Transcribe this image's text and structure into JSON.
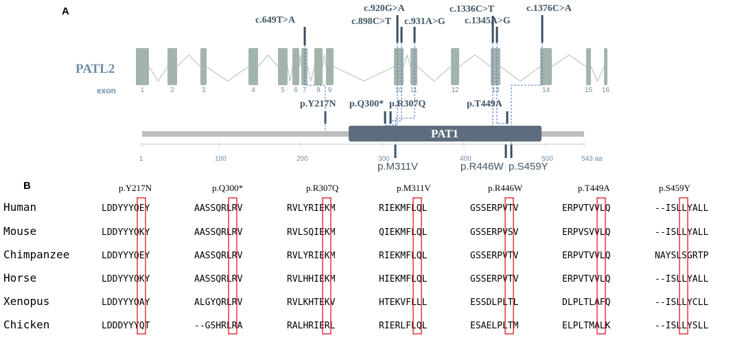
{
  "panels": {
    "a": "A",
    "b": "B"
  },
  "gene": {
    "name": "PATL2",
    "exon_word": "exon",
    "exons": [
      {
        "label": "1"
      },
      {
        "label": "2"
      },
      {
        "label": "3"
      },
      {
        "label": "4"
      },
      {
        "label": "5"
      },
      {
        "label": "6"
      },
      {
        "label": "7"
      },
      {
        "label": "8"
      },
      {
        "label": "9"
      },
      {
        "label": "10"
      },
      {
        "label": "11"
      },
      {
        "label": "12"
      },
      {
        "label": "13"
      },
      {
        "label": "14"
      },
      {
        "label": "15"
      },
      {
        "label": "16"
      }
    ]
  },
  "cdna_variants": [
    {
      "label": "c.649T>A"
    },
    {
      "label": "c.920G>A"
    },
    {
      "label": "c.898C>T"
    },
    {
      "label": "c.931A>G"
    },
    {
      "label": "c.1336C>T"
    },
    {
      "label": "c.1345A>G"
    },
    {
      "label": "c.1376C>A"
    }
  ],
  "protein": {
    "domain": "PAT1",
    "length_unit": "543 aa",
    "axis_ticks": [
      "1",
      "100",
      "200",
      "300",
      "400",
      "500"
    ],
    "top_variants": [
      {
        "label": "p.Y217N"
      },
      {
        "label": "p.Q300*"
      },
      {
        "label": "p.R307Q"
      },
      {
        "label": "p.T449A"
      }
    ],
    "bottom_variants": [
      {
        "label": "p.M311V"
      },
      {
        "label": "p.R446W"
      },
      {
        "label": "p.S459Y"
      }
    ]
  },
  "alignment": {
    "headers": [
      "p.Y217N",
      "p.Q300*",
      "p.R307Q",
      "p.M311V",
      "p.R446W",
      "p.T449A",
      "p.S459Y"
    ],
    "rows": [
      {
        "species": "Human",
        "segments": [
          "LDDYYYQEY",
          "AASSQRLRV",
          "RVLYRIEKM",
          "RIEKMFLQL",
          "GSSERPVTV",
          "ERPVTVVLQ",
          "--ISLLYALL"
        ]
      },
      {
        "species": "Mouse",
        "segments": [
          "LDDYYYQKY",
          "AASSQRLRV",
          "RVLSQIEKM",
          "QIEKMFLQL",
          "GSSERPVSV",
          "ERPVSVVLQ",
          "--ISLLYALL"
        ]
      },
      {
        "species": "Chimpanzee",
        "segments": [
          "LDDYYYQEY",
          "AASSQRLRV",
          "RVLYRIEKM",
          "RIEKMFLQL",
          "GSSERPVTV",
          "ERPVTVVLQ",
          "NAYSLSGRTP"
        ]
      },
      {
        "species": "Horse",
        "segments": [
          "LDDYYYQKY",
          "AASSQRLRV",
          "RVLHHIEKM",
          "HIEKMFLQL",
          "GSSERPVTV",
          "ERPVTVVLQ",
          "--ISLLYALL"
        ]
      },
      {
        "species": "Xenopus",
        "segments": [
          "LDDYYYQAY",
          "ALGYQRLRV",
          "RVLKHTEKV",
          "HTEKVFLLL",
          "ESSDLPLTL",
          "DLPLTLAFQ",
          "--ISLLYCLL"
        ]
      },
      {
        "species": "Chicken",
        "segments": [
          "LDDDYYYQT",
          "--GSHRLRA",
          "RALHRIERL",
          "RIERLFLQL",
          "ESAELPLTM",
          "ELPLTMALK",
          "--ISLLYSLL"
        ]
      }
    ]
  },
  "colors": {
    "exon_fill": "#a3b4ad",
    "intron_line": "#bcc7c2",
    "protein_bar": "#bdbdbd",
    "domain_fill": "#5d6d7d",
    "marker": "#3b4d5c",
    "connector": "#4f72c4",
    "highlight_box": "#e0141e"
  }
}
